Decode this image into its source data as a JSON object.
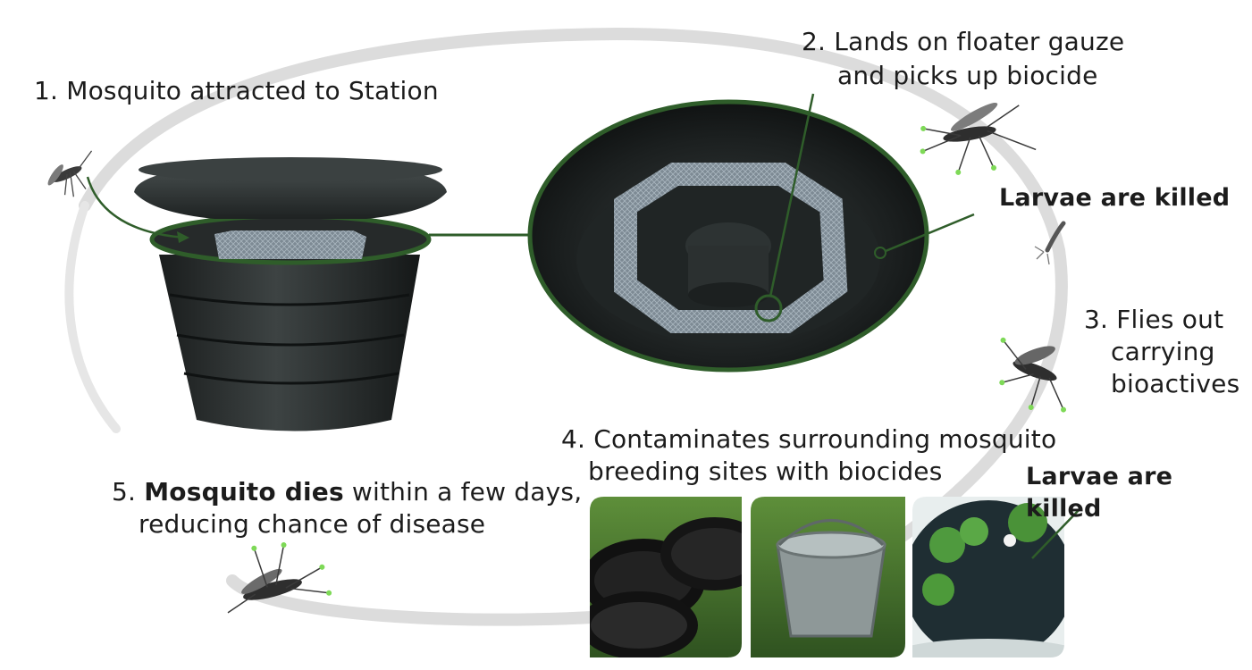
{
  "steps": {
    "step1": "1. Mosquito attracted to Station",
    "step2_line1": "2. Lands on floater gauze",
    "step2_line2": "and picks up biocide",
    "step3_line1": "3. Flies out",
    "step3_line2": "carrying",
    "step3_line3": "bioactives",
    "step4_line1": "4. Contaminates surrounding mosquito",
    "step4_line2": "breeding sites with biocides",
    "step5_prefix": "5. ",
    "step5_bold": "Mosquito dies",
    "step5_rest": " within a few days,",
    "step5_line2": "reducing chance of disease"
  },
  "outcomes": {
    "larvae_killed_station": "Larvae are killed",
    "larvae_killed_sites": "Larvae are killed"
  },
  "breeding_sites": [
    "tires",
    "bucket",
    "water-plant-bowl"
  ],
  "colors": {
    "accent_green": "#2f5d2a",
    "mosquito_highlight": "#7ed957",
    "cycle_arc": "#d9d9d9",
    "station_body": "#2a2e2e"
  }
}
